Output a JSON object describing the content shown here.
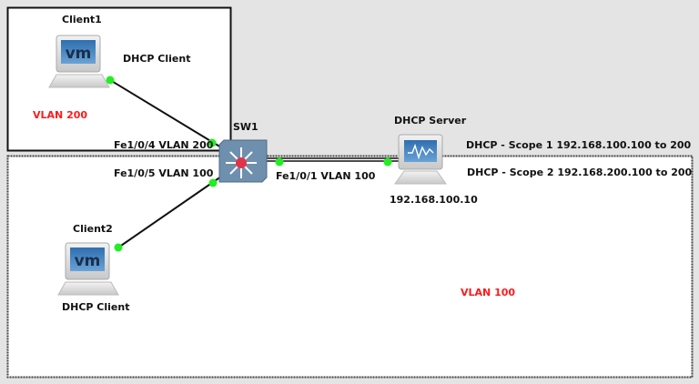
{
  "zones": {
    "vlan200": {
      "label": "VLAN 200"
    },
    "vlan100": {
      "label": "VLAN 100"
    }
  },
  "nodes": {
    "client1": {
      "name": "Client1",
      "role": "DHCP Client",
      "icon": "vm-client-icon"
    },
    "client2": {
      "name": "Client2",
      "role": "DHCP Client",
      "icon": "vm-client-icon"
    },
    "switch": {
      "name": "SW1",
      "icon": "multilayer-switch-icon"
    },
    "server": {
      "name": "DHCP Server",
      "ip": "192.168.100.10",
      "icon": "server-icon"
    }
  },
  "links": {
    "client1_sw": "Fe1/0/4 VLAN 200",
    "client2_sw": "Fe1/0/5 VLAN 100",
    "sw_server": "Fe1/0/1 VLAN 100"
  },
  "scopes": [
    "DHCP - Scope 1 192.168.100.100 to 200",
    "DHCP - Scope 2 192.168.200.100 to 200"
  ],
  "colors": {
    "port": "#22ee22",
    "zone_label": "#ff1a1a",
    "switch": "#6f8fae"
  }
}
